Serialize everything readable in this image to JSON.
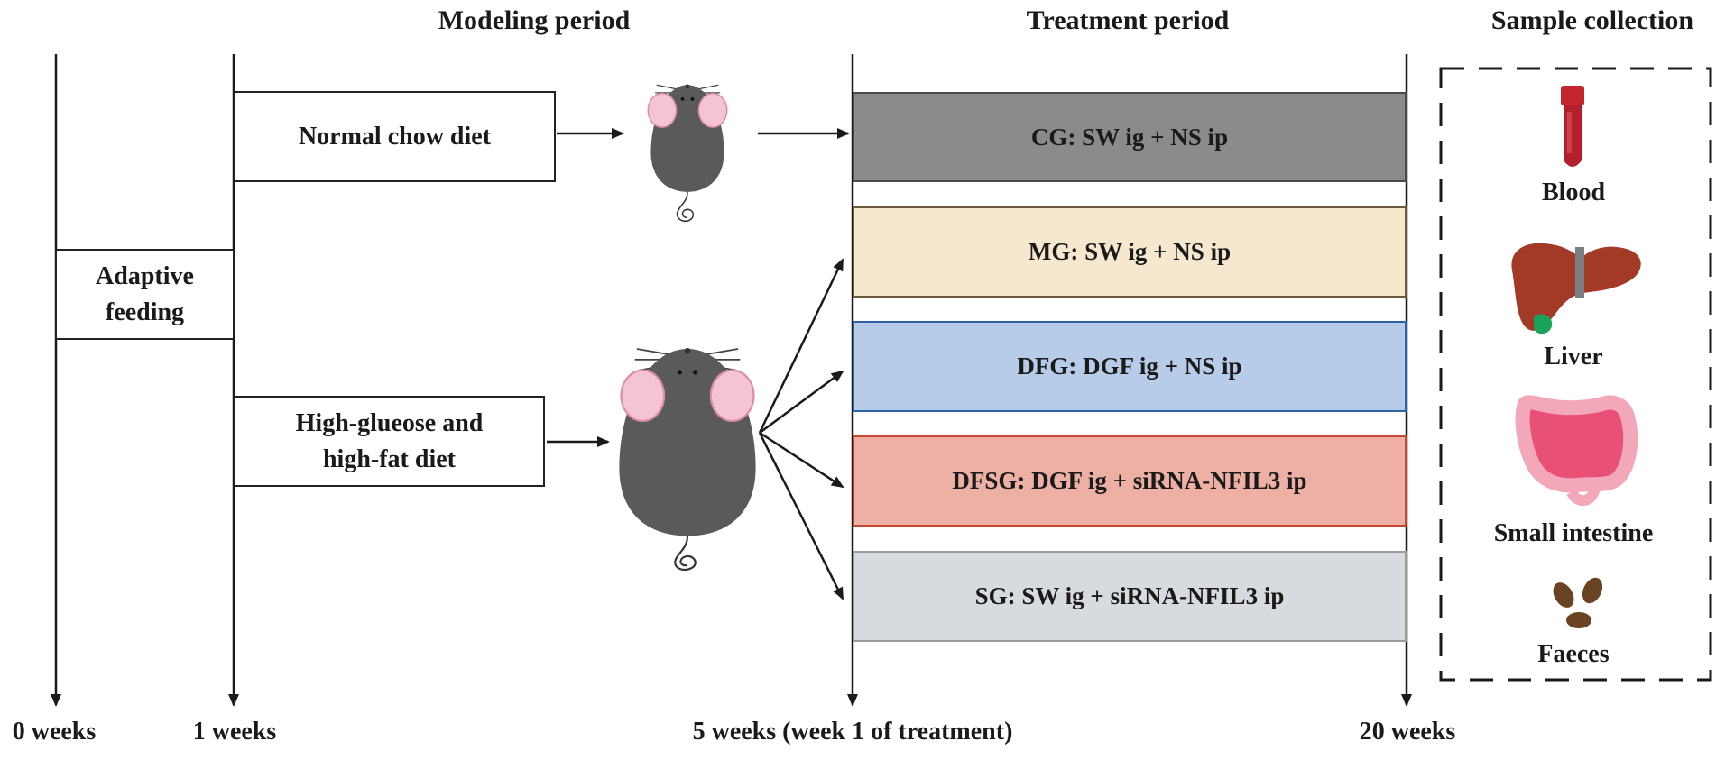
{
  "headers": {
    "modeling": "Modeling period",
    "treatment": "Treatment period",
    "collection": "Sample collection"
  },
  "timepoints": {
    "w0": "0 weeks",
    "w1": "1 weeks",
    "w5": "5 weeks (week 1 of treatment)",
    "w20": "20 weeks"
  },
  "boxes": {
    "adaptive": "Adaptive\nfeeding",
    "normal_diet": "Normal chow diet",
    "hfd": "High-glueose and\nhigh-fat diet"
  },
  "groups": [
    {
      "label": "CG: SW ig + NS ip",
      "fill": "#8b8b8b",
      "stroke": "#4a4a4a"
    },
    {
      "label": "MG: SW ig + NS ip",
      "fill": "#f6e8cf",
      "stroke": "#6b5a3a"
    },
    {
      "label": "DFG: DGF ig + NS ip",
      "fill": "#b7cce8",
      "stroke": "#2c62a8"
    },
    {
      "label": "DFSG: DGF ig + siRNA-NFIL3 ip",
      "fill": "#eeb0a4",
      "stroke": "#c2472f"
    },
    {
      "label": "SG: SW ig + siRNA-NFIL3 ip",
      "fill": "#d7dbe0",
      "stroke": "#9a9a9a"
    }
  ],
  "samples": {
    "blood": "Blood",
    "liver": "Liver",
    "intestine": "Small intestine",
    "faeces": "Faeces"
  },
  "icons": [
    "mouse-icon",
    "blood-tube-icon",
    "liver-icon",
    "intestine-icon",
    "faeces-icon"
  ]
}
